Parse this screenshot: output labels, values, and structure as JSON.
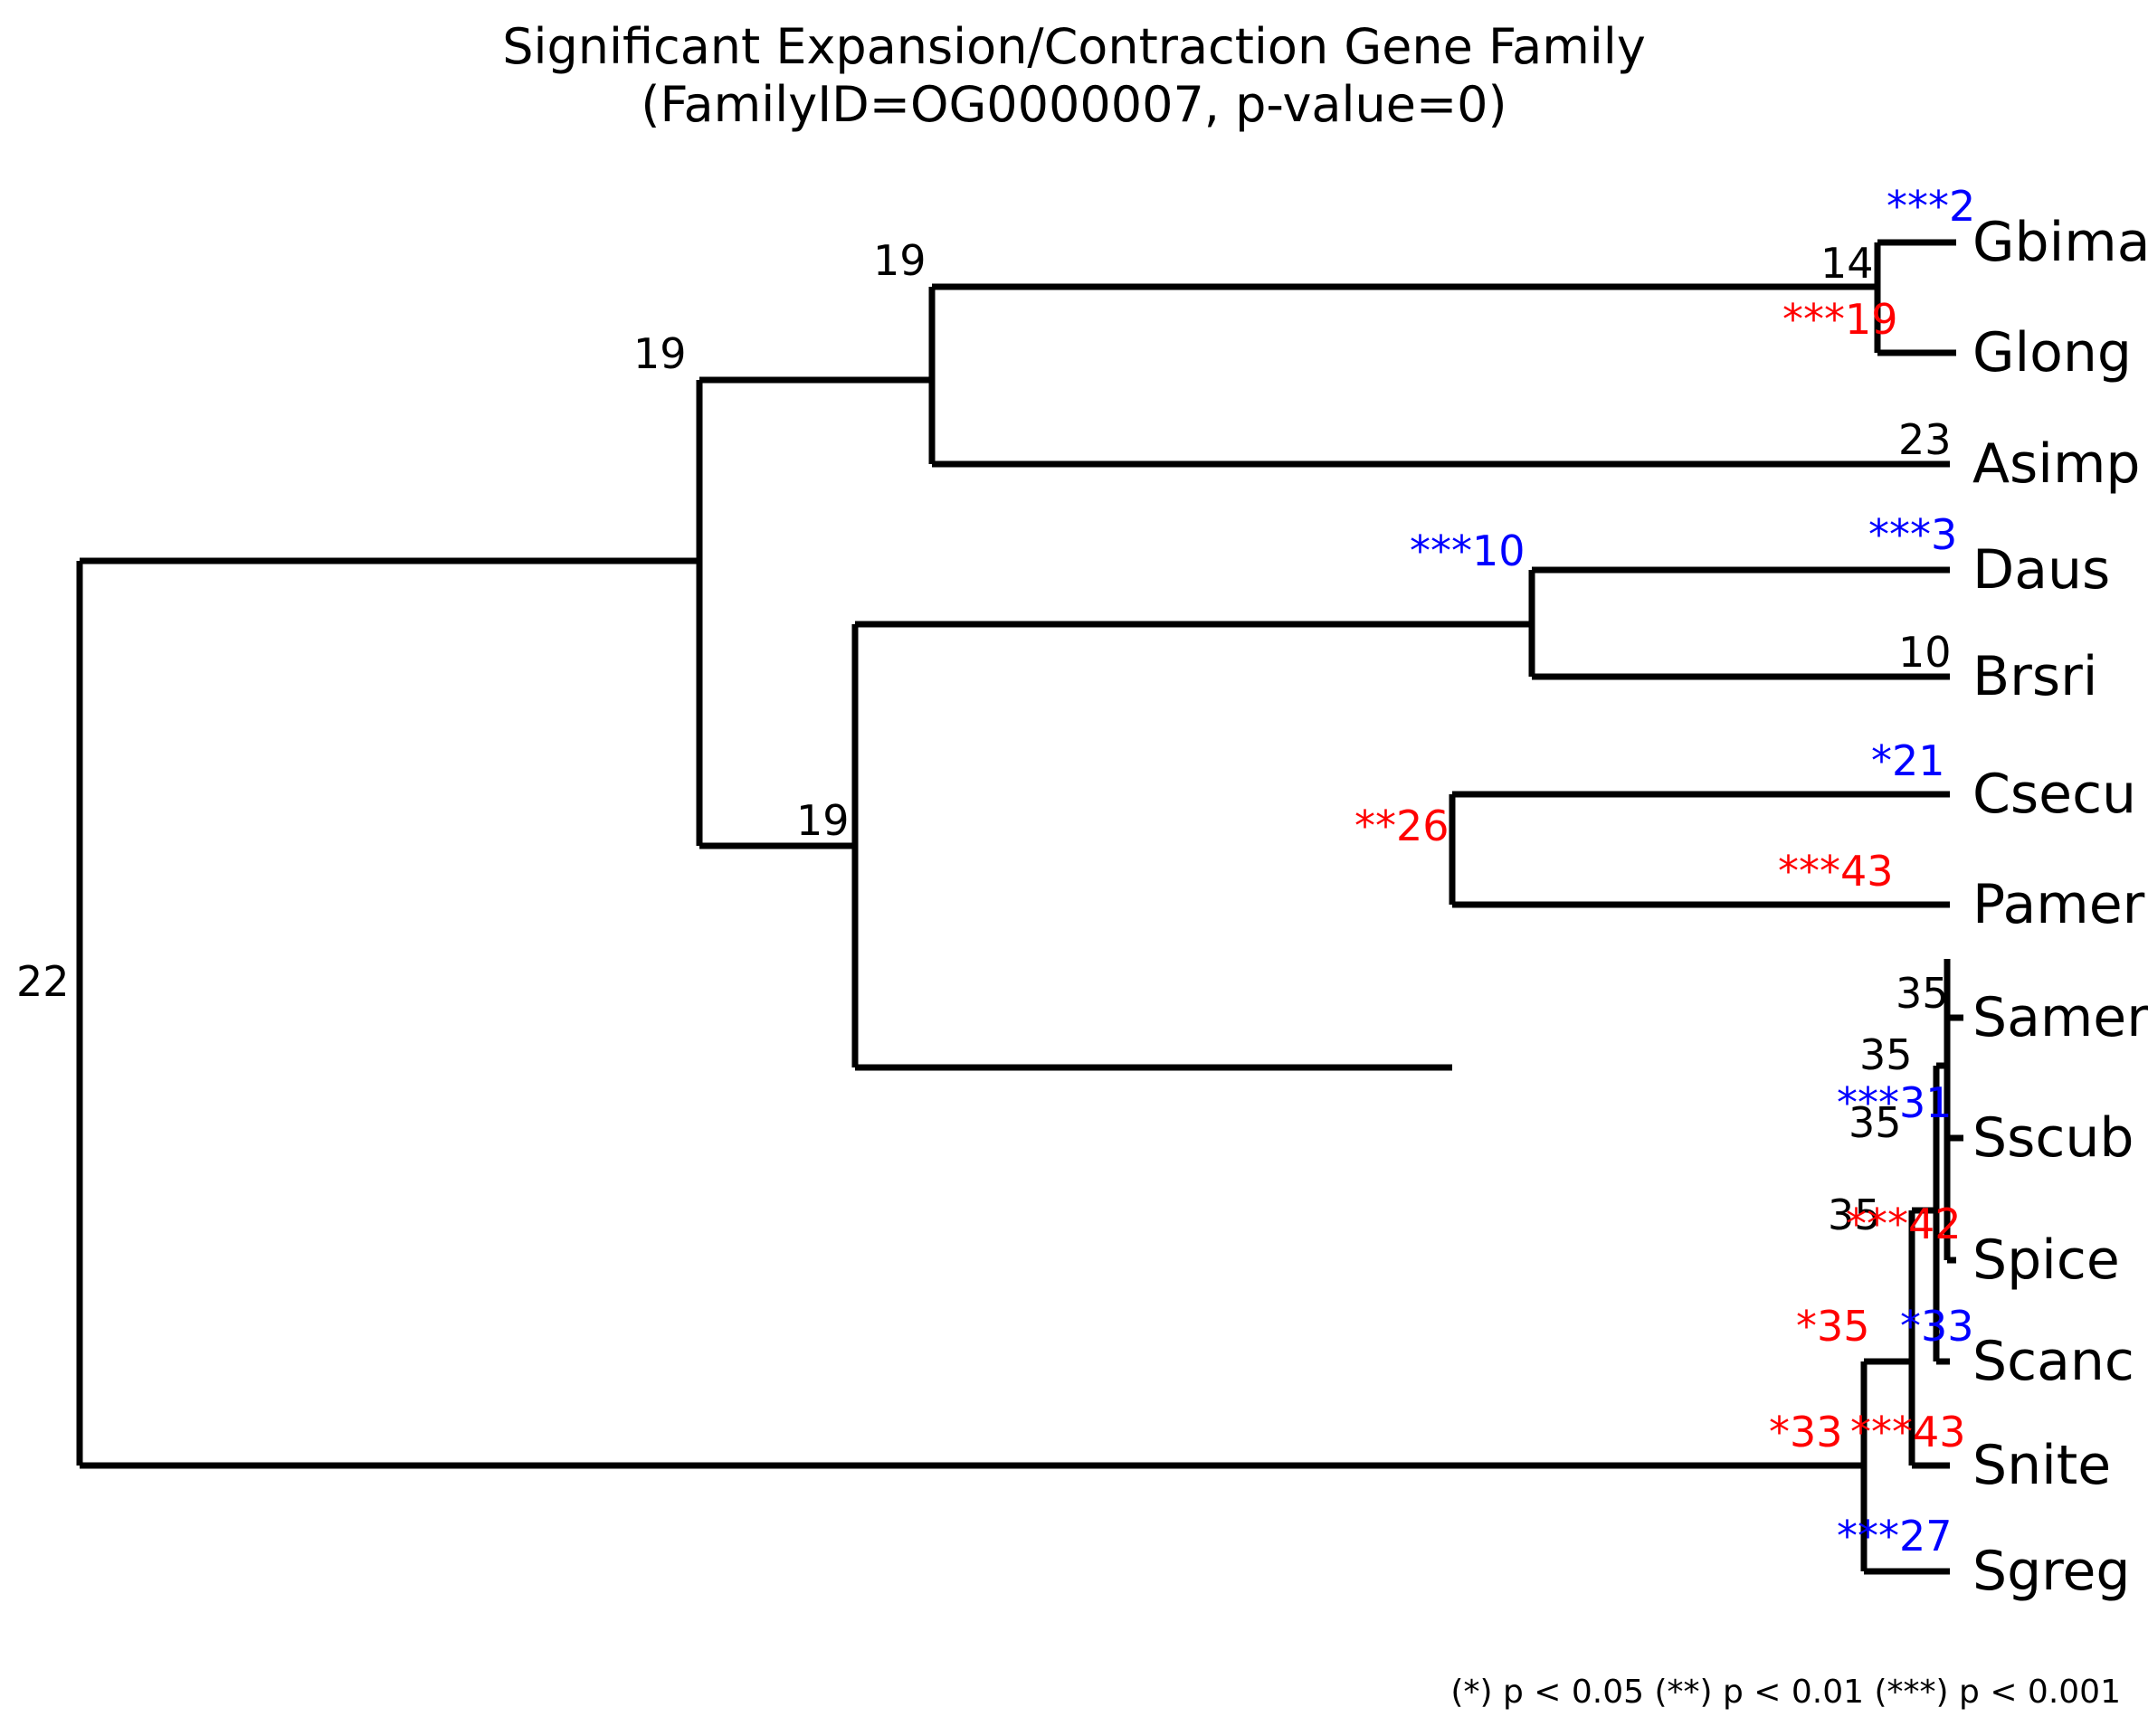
{
  "title": {
    "line1": "Significant Expansion/Contraction Gene Family",
    "line2": "(FamilyID=OG0000007, p-value=0)"
  },
  "footnote": "(*) p < 0.05  (**) p < 0.01  (***) p < 0.001",
  "legend": {
    "expansion_color": "#0000ff",
    "contraction_color": "#ff0000",
    "neutral_color": "#000000",
    "star_1": "(*) p < 0.05",
    "star_2": "(**) p < 0.01",
    "star_3": "(***) p < 0.001"
  },
  "chart_data": {
    "type": "tree",
    "title": "Significant Expansion/Contraction Gene Family (FamilyID=OG0000007, p-value=0)",
    "family_id": "OG0000007",
    "p_value": "0",
    "orientation": "left-to-right rectangular cladogram",
    "root_label": "22",
    "leaves": [
      {
        "name": "Gbima",
        "count": "2",
        "stars": "***",
        "status": "expansion"
      },
      {
        "name": "Glong",
        "count": "19",
        "stars": "***",
        "status": "contraction"
      },
      {
        "name": "Asimp",
        "count": "23",
        "stars": "",
        "status": "neutral"
      },
      {
        "name": "Daus",
        "count": "3",
        "stars": "***",
        "status": "expansion"
      },
      {
        "name": "Brsri",
        "count": "10",
        "stars": "",
        "status": "neutral"
      },
      {
        "name": "Csecu",
        "count": "21",
        "stars": "*",
        "status": "expansion"
      },
      {
        "name": "Pamer",
        "count": "43",
        "stars": "***",
        "status": "contraction"
      },
      {
        "name": "Samer",
        "count": "35",
        "stars": "",
        "status": "neutral"
      },
      {
        "name": "Sscub",
        "count": "31",
        "stars": "***",
        "status": "expansion"
      },
      {
        "name": "Spice",
        "count": "42",
        "stars": "***",
        "status": "contraction"
      },
      {
        "name": "Scanc",
        "count": "33",
        "stars": "*",
        "status": "expansion"
      },
      {
        "name": "Snite",
        "count": "43",
        "stars": "***",
        "status": "contraction"
      },
      {
        "name": "Sgreg",
        "count": "27",
        "stars": "***",
        "status": "expansion"
      }
    ],
    "internal_nodes": [
      {
        "id": "root",
        "count": "22",
        "stars": "",
        "status": "neutral"
      },
      {
        "id": "n-upper",
        "count": "19",
        "stars": "",
        "status": "neutral"
      },
      {
        "id": "n-gga",
        "count": "19",
        "stars": "",
        "status": "neutral"
      },
      {
        "id": "n-gbl",
        "count": "14",
        "stars": "",
        "status": "neutral"
      },
      {
        "id": "n-dbcp",
        "count": "19",
        "stars": "",
        "status": "neutral"
      },
      {
        "id": "n-daus-brsri",
        "count": "10",
        "stars": "***",
        "status": "expansion"
      },
      {
        "id": "n-csecu-pamer",
        "count": "26",
        "stars": "**",
        "status": "contraction"
      },
      {
        "id": "n-samer-sscub",
        "count": "35",
        "stars": "",
        "status": "neutral"
      },
      {
        "id": "n-spice-up",
        "count": "35",
        "stars": "",
        "status": "neutral"
      },
      {
        "id": "n-scanc-up",
        "count": "35",
        "stars": "",
        "status": "neutral"
      },
      {
        "id": "n-snite-up",
        "count": "35",
        "stars": "*",
        "status": "contraction"
      },
      {
        "id": "n-sgreg-up",
        "count": "33",
        "stars": "*",
        "status": "contraction"
      }
    ]
  },
  "node_labels": {
    "root": "22",
    "upper": "19",
    "gbima_glong_asimp": "19",
    "gbima_glong": "14",
    "daus_csecu_clade": "19",
    "asimp": "23",
    "brsri": "10",
    "samer": "35",
    "samer_sscub": "35",
    "spice_clade": "35",
    "scanc_clade": "35"
  },
  "sig_labels": {
    "gbima": {
      "stars": "***",
      "value": "2"
    },
    "glong": {
      "stars": "***",
      "value": "19"
    },
    "daus": {
      "stars": "***",
      "value": "3"
    },
    "daus_brsri": {
      "stars": "***",
      "value": "10"
    },
    "csecu": {
      "stars": "*",
      "value": "21"
    },
    "pamer": {
      "stars": "***",
      "value": "43"
    },
    "csecu_pamer": {
      "stars": "**",
      "value": "26"
    },
    "sscub": {
      "stars": "***",
      "value": "31"
    },
    "spice": {
      "stars": "***",
      "value": "42"
    },
    "scanc": {
      "stars": "*",
      "value": "33"
    },
    "snite_clade": {
      "stars": "*",
      "value": "35"
    },
    "snite": {
      "stars": "***",
      "value": "43"
    },
    "sgreg_clade": {
      "stars": "*",
      "value": "33"
    },
    "sgreg": {
      "stars": "***",
      "value": "27"
    }
  },
  "taxa": {
    "gbima": "Gbima",
    "glong": "Glong",
    "asimp": "Asimp",
    "daus": "Daus",
    "brsri": "Brsri",
    "csecu": "Csecu",
    "pamer": "Pamer",
    "samer": "Samer",
    "sscub": "Sscub",
    "spice": "Spice",
    "scanc": "Scanc",
    "snite": "Snite",
    "sgreg": "Sgreg"
  }
}
